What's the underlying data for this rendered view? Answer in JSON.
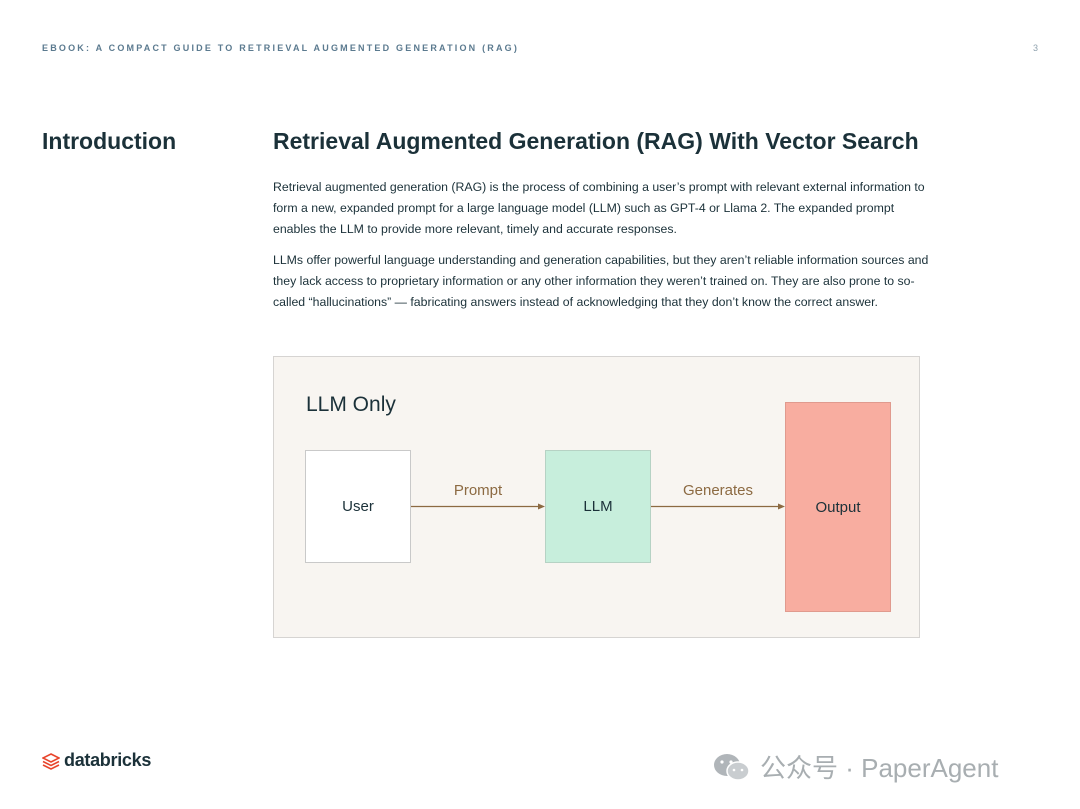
{
  "header": {
    "title": "EBOOK: A COMPACT GUIDE TO RETRIEVAL AUGMENTED GENERATION (RAG)",
    "page_number": "3"
  },
  "section_label": "Introduction",
  "heading": "Retrieval Augmented Generation (RAG) With Vector Search",
  "paragraphs": [
    "Retrieval augmented generation (RAG) is the process of combining a user’s prompt with relevant external information to form a new, expanded prompt for a large language model (LLM) such as GPT-4 or Llama 2. The expanded prompt enables the LLM to provide more relevant, timely and accurate responses.",
    "LLMs offer powerful language understanding and generation capabilities, but they aren’t reliable information sources and they lack access to proprietary information or any other information they weren’t trained on. They are also prone to so-called “hallucinations” — fabricating answers instead of acknowledging that they don’t know the correct answer."
  ],
  "diagram": {
    "title": "LLM Only",
    "nodes": {
      "user": "User",
      "llm": "LLM",
      "output": "Output"
    },
    "edges": {
      "prompt": "Prompt",
      "generates": "Generates"
    },
    "colors": {
      "background": "#f8f5f1",
      "user": "#ffffff",
      "llm": "#c7eedc",
      "output": "#f8ada0",
      "arrow": "#8c6a42"
    }
  },
  "footer": {
    "logo_text": "databricks",
    "logo_icon": "databricks-stack-icon",
    "watermark_text": "公众号 · PaperAgent",
    "watermark_icon": "wechat-icon"
  }
}
